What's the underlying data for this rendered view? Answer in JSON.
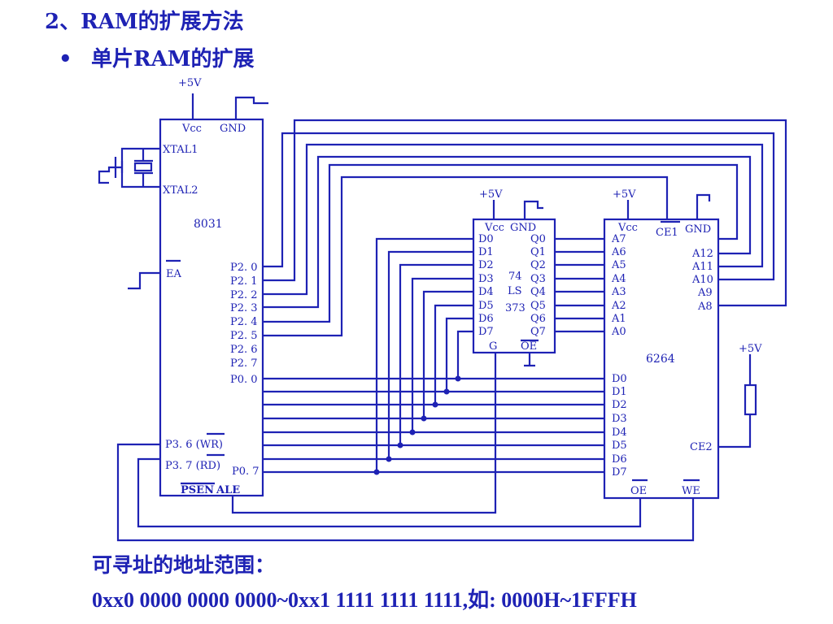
{
  "slide": {
    "title": "2、RAM的扩展方法",
    "bullet_marker": "•",
    "bullet": "单片RAM的扩展",
    "range_label": "可寻址的地址范围：",
    "range_value": "0xx0 0000 0000 0000~0xx1 1111 1111 1111,如: 0000H~1FFFH"
  },
  "colors": {
    "ink": "#1e22b4",
    "background": "#ffffff"
  },
  "diagram": {
    "cpu": {
      "name": "8031",
      "power": "+5V",
      "vcc": "Vcc",
      "gnd": "GND",
      "xtal1": "XTAL1",
      "xtal2": "XTAL2",
      "ea": "EA",
      "p2_pins": [
        "P2. 0",
        "P2. 1",
        "P2. 2",
        "P2. 3",
        "P2. 4",
        "P2. 5",
        "P2. 6",
        "P2. 7"
      ],
      "p0_first": "P0. 0",
      "p0_last": "P0. 7",
      "p36": "P3. 6 (WR)",
      "p37": "P3. 7 (RD)",
      "psen": "PSEN",
      "ale": "ALE"
    },
    "latch": {
      "name_lines": [
        "74",
        "LS",
        "373"
      ],
      "power": "+5V",
      "vcc": "Vcc",
      "gnd": "GND",
      "d_pins": [
        "D0",
        "D1",
        "D2",
        "D3",
        "D4",
        "D5",
        "D6",
        "D7"
      ],
      "q_pins": [
        "Q0",
        "Q1",
        "Q2",
        "Q3",
        "Q4",
        "Q5",
        "Q6",
        "Q7"
      ],
      "g": "G",
      "oe": "OE"
    },
    "ram": {
      "name": "6264",
      "power": "+5V",
      "vcc": "Vcc",
      "ce1": "CE1",
      "gnd": "GND",
      "a_left": [
        "A7",
        "A6",
        "A5",
        "A4",
        "A3",
        "A2",
        "A1",
        "A0"
      ],
      "a_right": [
        "A12",
        "A11",
        "A10",
        "A9",
        "A8"
      ],
      "d_pins": [
        "D0",
        "D1",
        "D2",
        "D3",
        "D4",
        "D5",
        "D6",
        "D7"
      ],
      "ce2": "CE2",
      "oe": "OE",
      "we": "WE"
    },
    "ce2_power": "+5V"
  }
}
